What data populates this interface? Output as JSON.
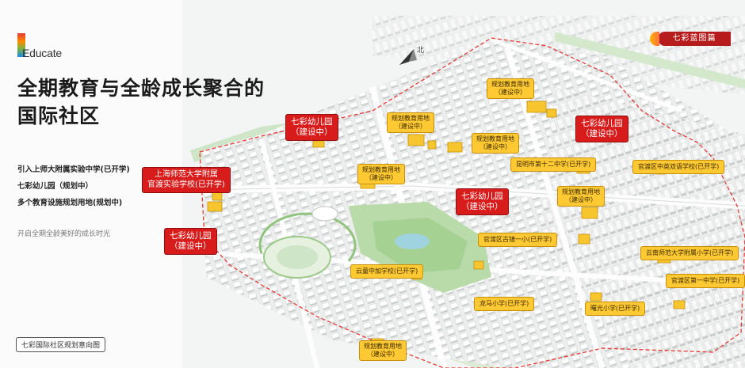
{
  "brand": {
    "logo_text": "Educate",
    "badge": "七彩蓝图篇"
  },
  "headline": {
    "line1": "全期教育与全龄成长聚合的",
    "line2": "国际社区"
  },
  "features": [
    "引入上师大附属实验中学(已开学)",
    "七彩幼儿园（规划中）",
    "多个教育设施规划用地(规划中)"
  ],
  "tagline": "开启全期全龄美好的成长时光",
  "caption": "七彩国际社区规划意向图",
  "compass": {
    "symbol": "北"
  },
  "labels": {
    "kg_1": "七彩幼儿园\n（建设中）",
    "kg_2": "七彩幼儿园\n（建设中）",
    "kg_3": "七彩幼儿园\n（建设中）",
    "kg_4": "七彩幼儿园\n（建设中）",
    "shida_school": "上海师范大学附属\n官渡实验学校(已开学)",
    "plan_1": "规划教育用地\n（建设中）",
    "plan_2": "规划教育用地\n（建设中）",
    "plan_3": "规划教育用地\n（建设中）",
    "plan_4": "规划教育用地\n（建设中）",
    "plan_5": "规划教育用地\n（建设中）",
    "plan_6": "规划教育用地\n（建设中）",
    "km_12": "昆明市第十二中学(已开学)",
    "gd_bilingual": "官渡区中英双语学校(已开学)",
    "gd_guzhen": "官渡区古镇一小(已开学)",
    "ynnu_primary": "云南师范大学附属小学(已开学)",
    "yunnan_zhongjia": "云童中加学校(已开学)",
    "gd_no1": "官渡区第一中学(已开学)",
    "longma": "龙马小学(已开学)",
    "shuguang": "曙光小学(已开学)"
  }
}
